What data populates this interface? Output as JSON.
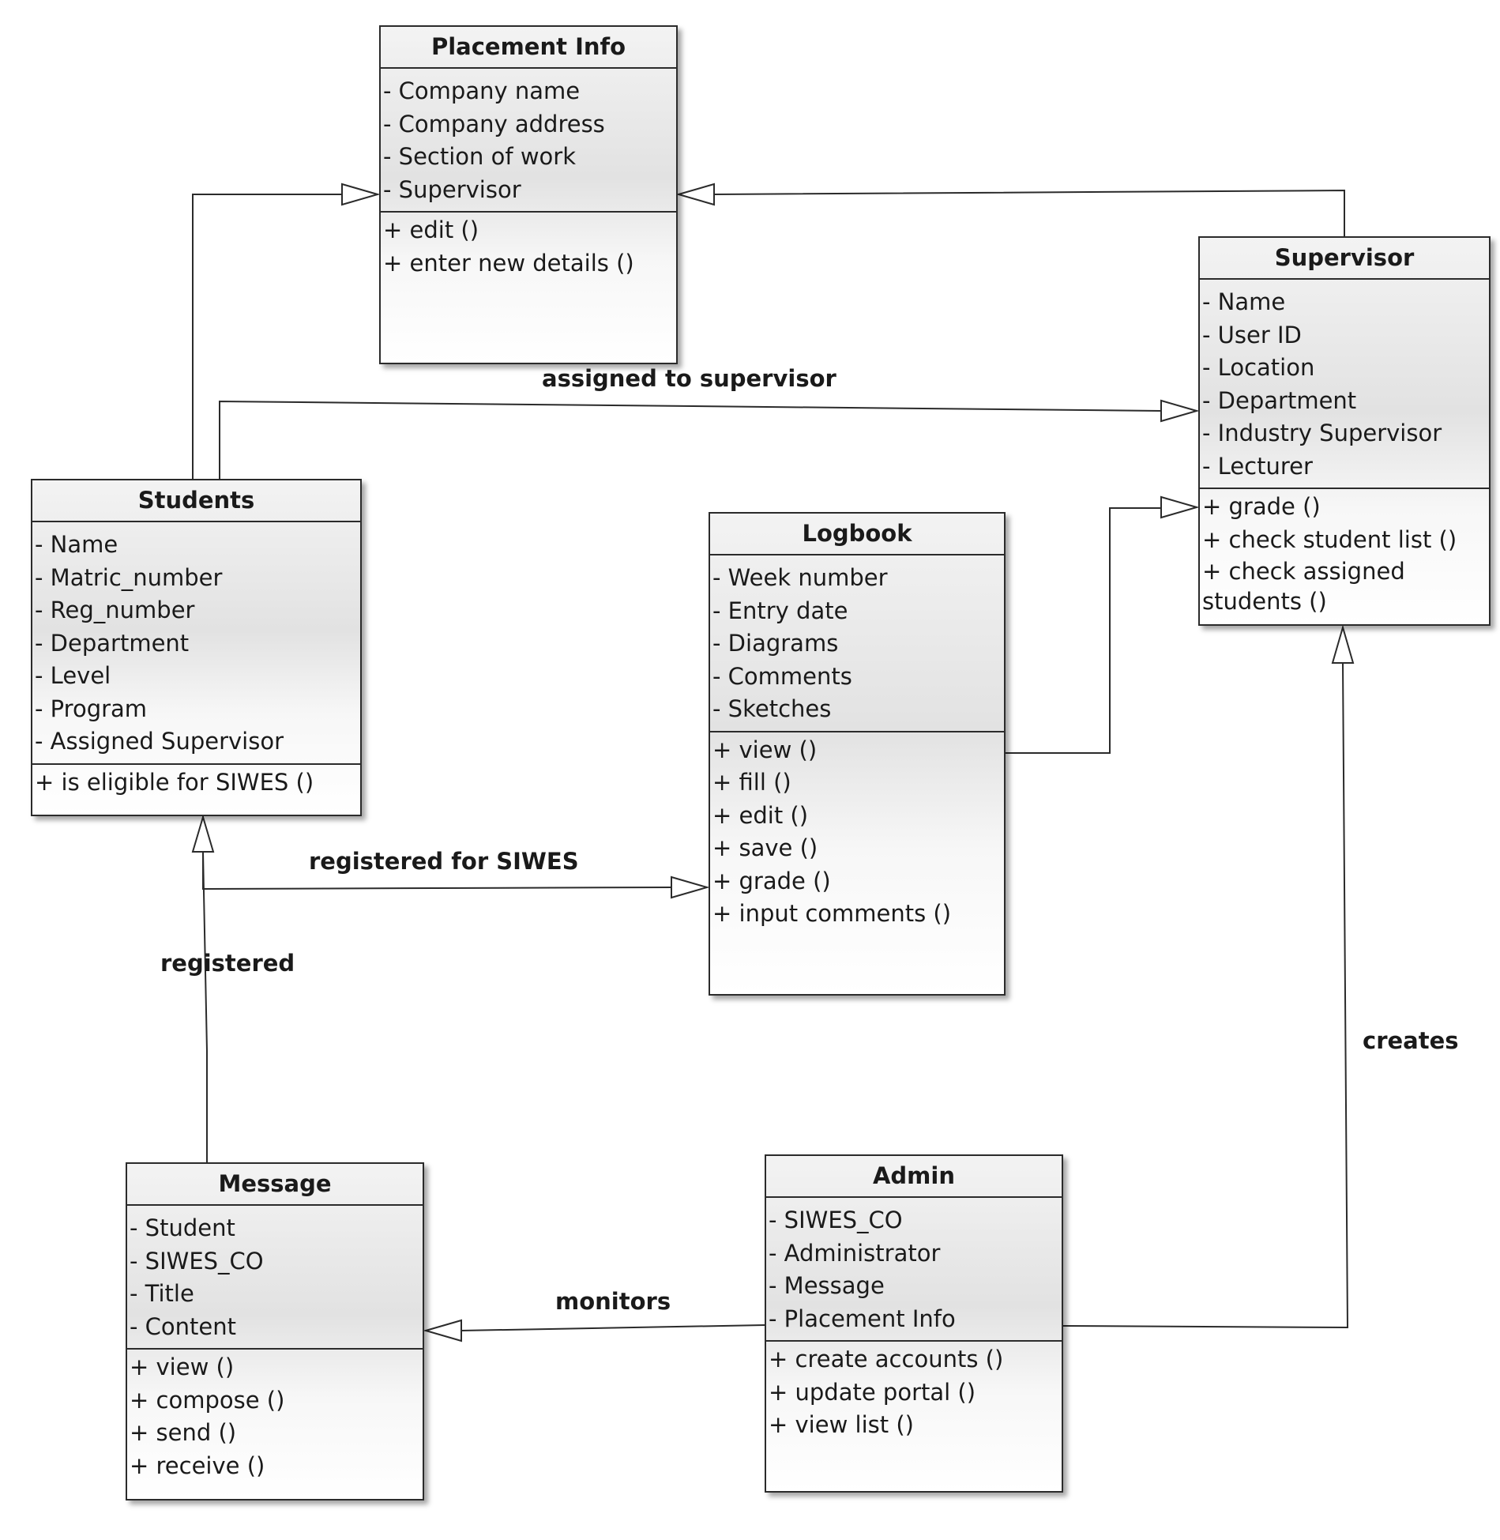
{
  "classes": {
    "placement_info": {
      "name": "Placement Info",
      "attributes": [
        "- Company name",
        "- Company address",
        "- Section of work",
        "- Supervisor"
      ],
      "operations": [
        "+ edit ()",
        "+ enter new details ()"
      ]
    },
    "supervisor": {
      "name": "Supervisor",
      "attributes": [
        "- Name",
        "- User ID",
        "- Location",
        "- Department",
        "- Industry Supervisor",
        "- Lecturer"
      ],
      "operations": [
        "+ grade ()",
        "+ check student list ()",
        "+ check assigned students ()"
      ]
    },
    "students": {
      "name": "Students",
      "attributes": [
        "- Name",
        "- Matric_number",
        "- Reg_number",
        "- Department",
        "- Level",
        "- Program",
        "- Assigned Supervisor"
      ],
      "operations": [
        "+ is eligible for SIWES ()"
      ]
    },
    "logbook": {
      "name": "Logbook",
      "attributes": [
        "- Week number",
        "- Entry date",
        "- Diagrams",
        "- Comments",
        "- Sketches"
      ],
      "operations": [
        "+ view ()",
        "+ fill ()",
        "+ edit ()",
        "+ save ()",
        "+ grade ()",
        "+ input comments ()"
      ]
    },
    "message": {
      "name": "Message",
      "attributes": [
        "- Student",
        "- SIWES_CO",
        "- Title",
        "- Content"
      ],
      "operations": [
        "+ view ()",
        "+ compose ()",
        "+ send ()",
        "+ receive ()"
      ]
    },
    "admin": {
      "name": "Admin",
      "attributes": [
        "- SIWES_CO",
        "- Administrator",
        "- Message",
        "- Placement Info"
      ],
      "operations": [
        "+ create accounts ()",
        "+ update portal ()",
        "+ view list ()"
      ]
    }
  },
  "relations": [
    {
      "from": "Students",
      "to": "Placement Info",
      "type": "generalization",
      "label": ""
    },
    {
      "from": "Supervisor",
      "to": "Placement Info",
      "type": "generalization",
      "label": ""
    },
    {
      "from": "Students",
      "to": "Supervisor",
      "type": "generalization",
      "label": "assigned to supervisor"
    },
    {
      "from": "Logbook",
      "to": "Supervisor",
      "type": "generalization",
      "label": ""
    },
    {
      "from": "Students",
      "to": "Logbook",
      "type": "generalization",
      "label": "registered for SIWES"
    },
    {
      "from": "Message",
      "to": "Students",
      "type": "generalization",
      "label": "registered"
    },
    {
      "from": "Admin",
      "to": "Message",
      "type": "generalization",
      "label": "monitors"
    },
    {
      "from": "Admin",
      "to": "Supervisor",
      "type": "generalization",
      "label": "creates"
    }
  ],
  "colors": {
    "line": "#2b2b2b",
    "box_border": "#2b2b2b",
    "box_fill_top": "#f3f3f3",
    "box_fill_bottom": "#ffffff",
    "text": "#1a1a1a"
  }
}
